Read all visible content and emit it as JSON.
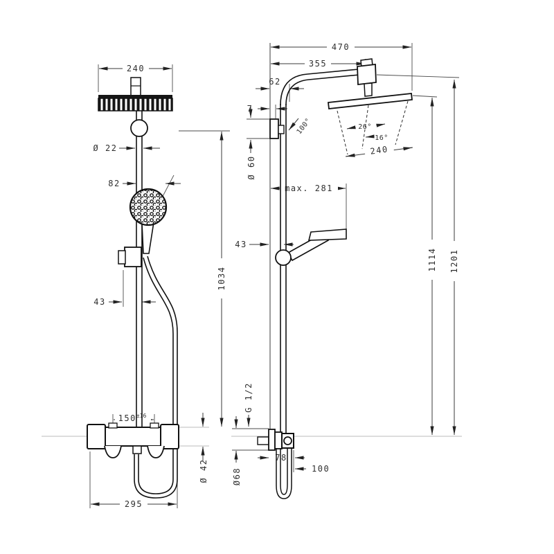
{
  "drawing": {
    "type": "technical-dimension-drawing",
    "subject": "showerpipe with overhead shower, hand shower and thermostatic valve",
    "views": [
      "front-view",
      "side-view"
    ]
  },
  "dims": {
    "front": {
      "head_width": "240",
      "pipe_diameter": "Ø 22",
      "hand_shower_width": "82",
      "holder_offset": "43",
      "bar_height": "1034",
      "connection_spread": "150",
      "connection_tolerance": "±16",
      "valve_width": "295",
      "valve_diameter": "Ø 42"
    },
    "side": {
      "reach_total": "470",
      "reach_arm": "355",
      "wall_offset": "62",
      "bracket_gap": "7",
      "bend_angle": "100°",
      "escutcheon_diameter": "Ø 60",
      "max_reach": "max. 281",
      "pipe_wall_offset": "43",
      "head_angle_a": "26°",
      "head_angle_b": "16°",
      "head_depth": "240",
      "height_to_head": "1114",
      "height_total": "1201",
      "thread": "G 1/2",
      "valve_escutcheon_diameter": "Ø68",
      "valve_depth": "78",
      "hose_clearance": "100"
    }
  },
  "colors": {
    "line": "#111111",
    "dimension": "#333333",
    "reference": "#bbbbbb",
    "background": "#ffffff"
  }
}
